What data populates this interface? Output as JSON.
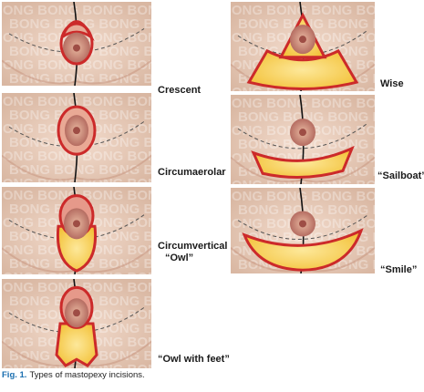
{
  "watermark": "BONG",
  "colors": {
    "skin": "#ecd2c2",
    "skin_shadow": "#d9b7a2",
    "fat": "#f3c23a",
    "fat_light": "#fde89a",
    "incision": "#cc2a2a",
    "areola": "#b0655b",
    "caption_blue": "#1b6fb0"
  },
  "panels": [
    {
      "type": "crescent",
      "label": "Crescent"
    },
    {
      "type": "circumareolar",
      "label": "Circumaerolar"
    },
    {
      "type": "circumvertical",
      "label": "Circumvertical",
      "label2": "“Owl”"
    },
    {
      "type": "owl-feet",
      "label": "“Owl with feet”"
    },
    {
      "type": "wise",
      "label": "Wise"
    },
    {
      "type": "sailboat",
      "label": "“Sailboat”"
    },
    {
      "type": "smile",
      "label": "“Smile”"
    }
  ],
  "caption": {
    "fig": "Fig. 1.",
    "text": "Types of mastopexy incisions."
  }
}
